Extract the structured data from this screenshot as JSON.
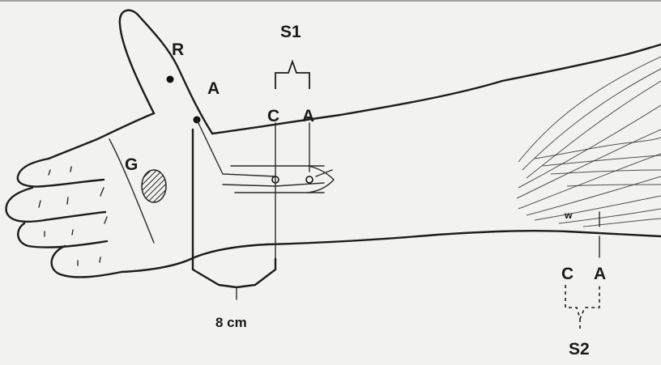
{
  "labels": {
    "r": "R",
    "a_hand": "A",
    "g": "G",
    "s1": "S1",
    "c1": "C",
    "a1": "A",
    "distance": "8 cm",
    "c2": "C",
    "a2": "A",
    "s2": "S2"
  }
}
